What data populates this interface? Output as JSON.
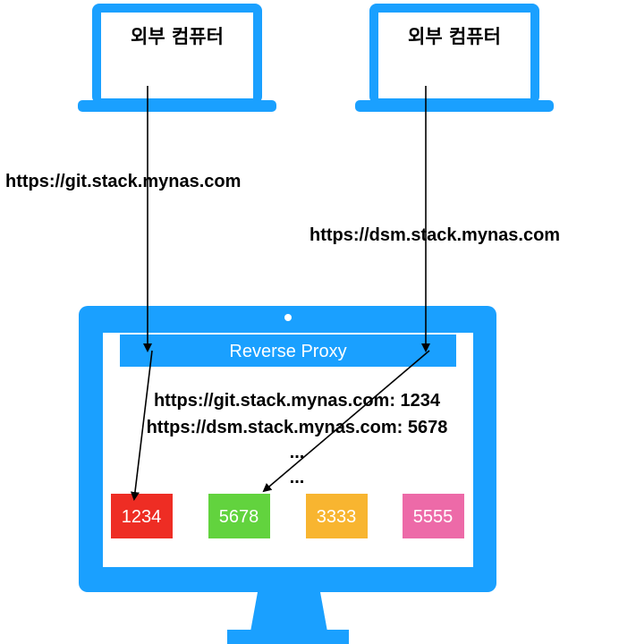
{
  "colors": {
    "device_blue": "#1aa0ff",
    "port_red": "#ee2d24",
    "port_green": "#62d33e",
    "port_orange": "#f8b530",
    "port_pink": "#ed6aa8",
    "arrow": "#000000"
  },
  "laptops": [
    {
      "label": "외부 컴퓨터"
    },
    {
      "label": "외부 컴퓨터"
    }
  ],
  "urls": {
    "left": "https://git.stack.mynas.com",
    "right": "https://dsm.stack.mynas.com"
  },
  "monitor": {
    "proxy_label": "Reverse Proxy",
    "mappings": [
      "https://git.stack.mynas.com: 1234",
      "https://dsm.stack.mynas.com: 5678"
    ],
    "ellipsis": [
      "...",
      "..."
    ],
    "ports": [
      "1234",
      "5678",
      "3333",
      "5555"
    ]
  }
}
